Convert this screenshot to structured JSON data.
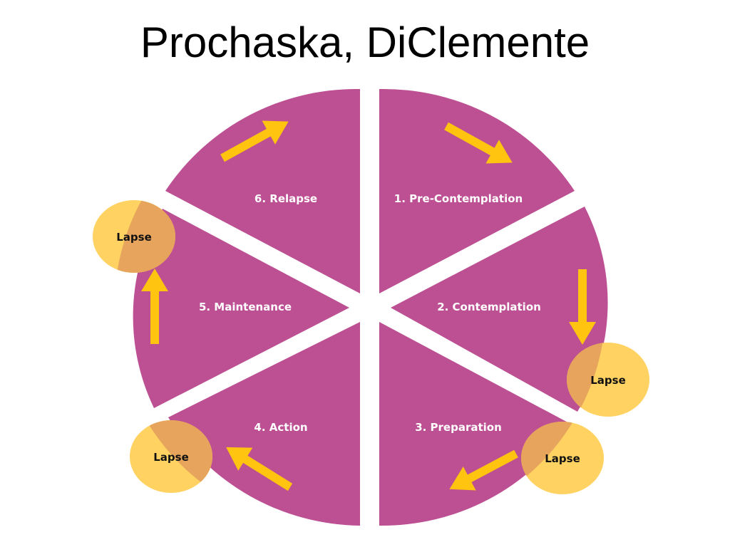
{
  "title": "Prochaska, DiClemente",
  "stages": [
    {
      "label": "1. Pre-Contemplation"
    },
    {
      "label": "2. Contemplation"
    },
    {
      "label": "3. Preparation"
    },
    {
      "label": "4. Action"
    },
    {
      "label": "5. Maintenance"
    },
    {
      "label": "6. Relapse"
    }
  ],
  "lapses": [
    {
      "label": "Lapse"
    },
    {
      "label": "Lapse"
    },
    {
      "label": "Lapse"
    },
    {
      "label": "Lapse"
    }
  ],
  "colors": {
    "wedge": "#bd4f93",
    "arrow": "#ffc40f",
    "lapse_fill": "#ffd262",
    "lapse_overlap": "#e7a45c",
    "background": "#ffffff"
  },
  "icons": {
    "arrow": "arrow-icon"
  }
}
